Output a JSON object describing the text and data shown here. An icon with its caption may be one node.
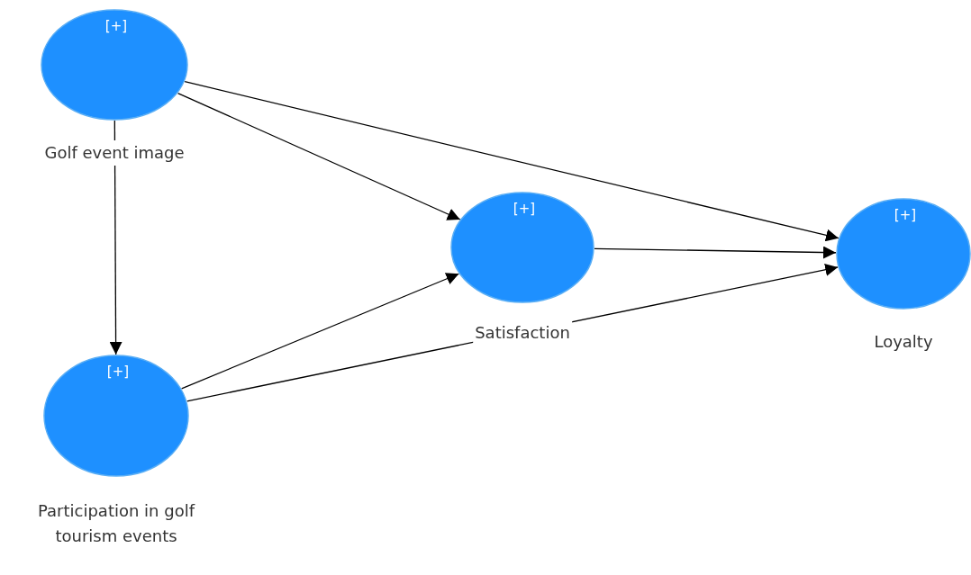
{
  "diagram": {
    "nodes": [
      {
        "text": [
          "[+]",
          "Golf event image"
        ]
      },
      {
        "text": [
          "[+]",
          "Participation in golf tourism events"
        ]
      },
      {
        "text": [
          "[+]",
          "Satisfaction"
        ]
      },
      {
        "text": [
          "[+]",
          "Loyalty"
        ]
      }
    ],
    "edges": [
      {
        "from": 0,
        "to": 1,
        "arrow": "to"
      },
      {
        "from": 0,
        "to": 2,
        "arrow": "to"
      },
      {
        "from": 0,
        "to": 3,
        "arrow": "to"
      },
      {
        "from": 2,
        "to": 3,
        "arrow": "to"
      },
      {
        "from": 1,
        "to": 2,
        "arrow": "to"
      },
      {
        "from": 1,
        "to": 3,
        "arrow": "to"
      }
    ]
  }
}
